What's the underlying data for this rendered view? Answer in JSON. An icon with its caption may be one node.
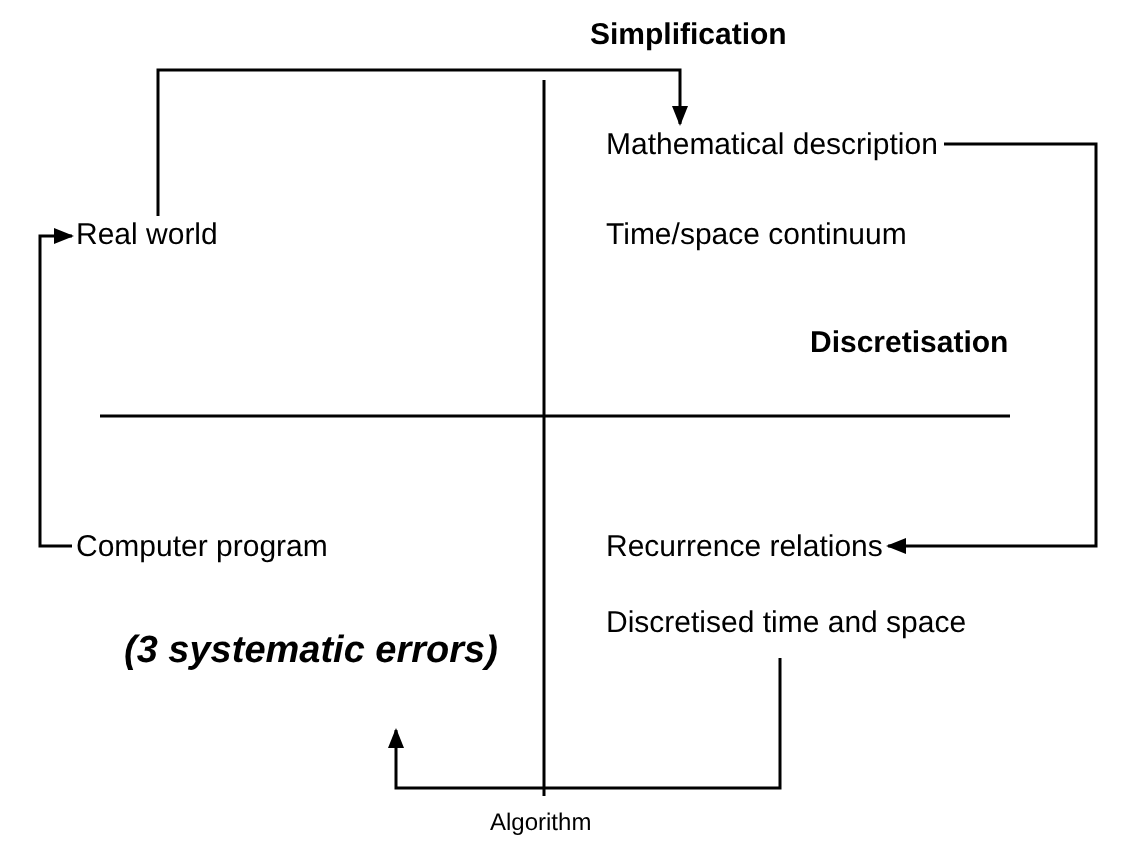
{
  "diagram": {
    "nodes": [
      {
        "text": [
          "Mathematical description",
          "Time/space continuum"
        ]
      },
      {
        "text": [
          "Real world"
        ]
      },
      {
        "text": [
          "Computer program",
          "(3 systematic errors)"
        ]
      },
      {
        "text": [
          "Recurrence relations",
          "Discretised time and space"
        ]
      }
    ],
    "edges": [
      {
        "from": 1,
        "to": 0,
        "arrow": "to",
        "label": "Simplification"
      },
      {
        "from": 0,
        "to": 3,
        "arrow": "to",
        "label": "Discretisation"
      },
      {
        "from": 3,
        "to": 2,
        "arrow": "to",
        "label": "Algorithm"
      },
      {
        "from": 2,
        "to": 1,
        "arrow": "to"
      }
    ]
  }
}
